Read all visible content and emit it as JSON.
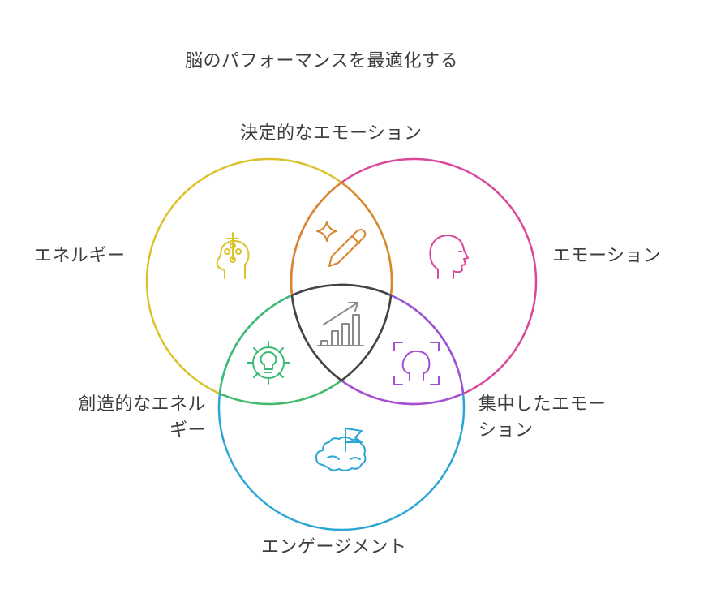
{
  "title": "脳のパフォーマンスを最適化する",
  "labels": {
    "top": "決定的なエモーション",
    "left": "エネルギー",
    "right": "エモーション",
    "bottom": "エンゲージメント",
    "creative_line1": "創造的なエネル",
    "creative_line2": "ギー",
    "focus_line1": "集中したエモー",
    "focus_line2": "ション"
  },
  "colors": {
    "energy": "#dcc22a",
    "emotion": "#d9479b",
    "engagement": "#2ba6d4",
    "decisive": "#d7862e",
    "creative": "#3dbb73",
    "focused": "#a24fd6",
    "center": "#444444",
    "center_icon": "#8a8a8a"
  },
  "icons": {
    "energy": "head-circuit-icon",
    "emotion": "head-profile-icon",
    "engagement": "brain-icon",
    "decisive": "pencil-sparkle-icon",
    "creative": "lightbulb-gear-icon",
    "focused": "user-focus-icon",
    "center": "growth-chart-icon"
  }
}
